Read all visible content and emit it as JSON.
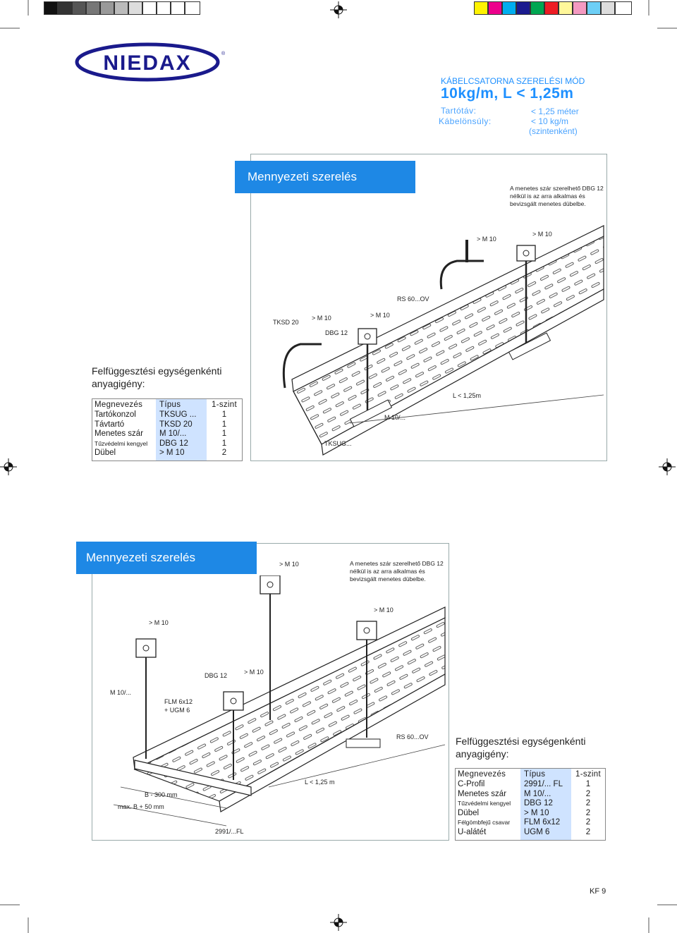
{
  "header": {
    "category": "KÁBELCSATORNA SZERELÉSI MÓD",
    "title": "10kg/m, L < 1,25m",
    "span_label": "Tartótáv:",
    "span_value": "< 1,25 méter",
    "weight_label": "Kábelönsúly:",
    "weight_value": "< 10 kg/m",
    "weight_note": "(szintenként)"
  },
  "section1": {
    "banner": "Mennyezeti szerelés",
    "note": "A menetes szár szerelhető DBG 12 nélkül is az arra alkalmas és bevizsgált menetes dübelbe.",
    "labels": {
      "m10_a": "> M 10",
      "m10_b": "> M 10",
      "rs": "RS 60...OV",
      "tksd": "TKSD 20",
      "m10_c": "> M 10",
      "m10_d": "> M 10",
      "dbg": "DBG 12",
      "length": "L < 1,25m",
      "rod": "M 10/...",
      "tksug": "TKSUG..."
    },
    "material_title": "Felfüggesztési egységenkénti anyagigény:",
    "headers": [
      "Megnevezés",
      "Típus",
      "1-szint"
    ],
    "rows": [
      [
        "Tartókonzol",
        "TKSUG ...",
        "1"
      ],
      [
        "Távtartó",
        "TKSD 20",
        "1"
      ],
      [
        "Menetes szár",
        "M 10/...",
        "1"
      ],
      [
        "Tűzvédelmi kengyel",
        "DBG 12",
        "1"
      ],
      [
        "Dübel",
        "> M 10",
        "2"
      ]
    ]
  },
  "section2": {
    "banner": "Mennyezeti szerelés",
    "note": "A menetes szár szerelhető DBG 12 nélkül is az arra alkalmas és bevizsgált menetes dübelbe.",
    "labels": {
      "m10_top": "> M 10",
      "m10_left": "> M 10",
      "m10_right": "> M 10",
      "dbg": "DBG 12",
      "m10_mid": "> M 10",
      "rod": "M 10/...",
      "flm": "FLM 6x12",
      "ugm": "+ UGM 6",
      "rs": "RS 60...OV",
      "b300": "B - 300 mm",
      "bmax": "max. B + 50 mm",
      "length": "L < 1,25 m",
      "profile": "2991/...FL"
    },
    "material_title": "Felfüggesztési egységenkénti anyagigény:",
    "headers": [
      "Megnevezés",
      "Típus",
      "1-szint"
    ],
    "rows": [
      [
        "C-Profil",
        "2991/... FL",
        "1"
      ],
      [
        "Menetes szár",
        "M 10/...",
        "2"
      ],
      [
        "Tűzvédelmi kengyel",
        "DBG 12",
        "2"
      ],
      [
        "Dübel",
        "> M 10",
        "2"
      ],
      [
        "Félgömbfejű csavar",
        "FLM 6x12",
        "2"
      ],
      [
        "U-alátét",
        "UGM 6",
        "2"
      ]
    ]
  },
  "logo": "NIEDAX",
  "page_number": "KF 9",
  "colors": {
    "accent": "#1e88e5",
    "title_blue": "#1e90ff",
    "table_col": "#cfe3ff"
  }
}
